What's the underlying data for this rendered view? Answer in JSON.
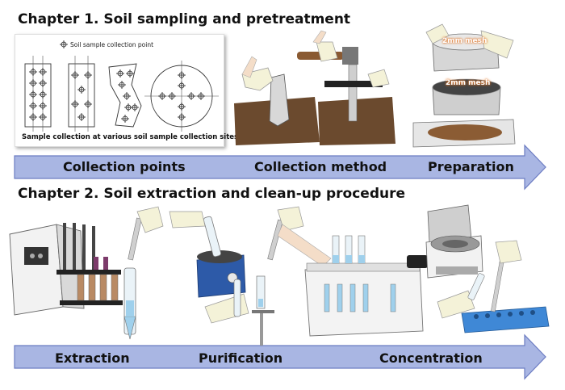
{
  "chapter1": {
    "title": "Chapter 1. Soil sampling and pretreatment",
    "steps": [
      "Collection points",
      "Collection method",
      "Preparation"
    ],
    "legend": "Soil sample collection point",
    "caption": "Sample collection at various soil sample collection sites",
    "mesh_labels": [
      "2mm mesh",
      "2mm mesh"
    ]
  },
  "chapter2": {
    "title": "Chapter 2. Soil extraction and clean-up procedure",
    "steps": [
      "Extraction",
      "Purification",
      "Concentration"
    ]
  },
  "colors": {
    "arrow_fill": "#a9b6e3",
    "arrow_stroke": "#6c7cc2",
    "soil": "#6b4a2e",
    "glove": "#f4f2d8",
    "tube_liquid": "#9fd0ec",
    "vortex": "#2d5aa8"
  }
}
